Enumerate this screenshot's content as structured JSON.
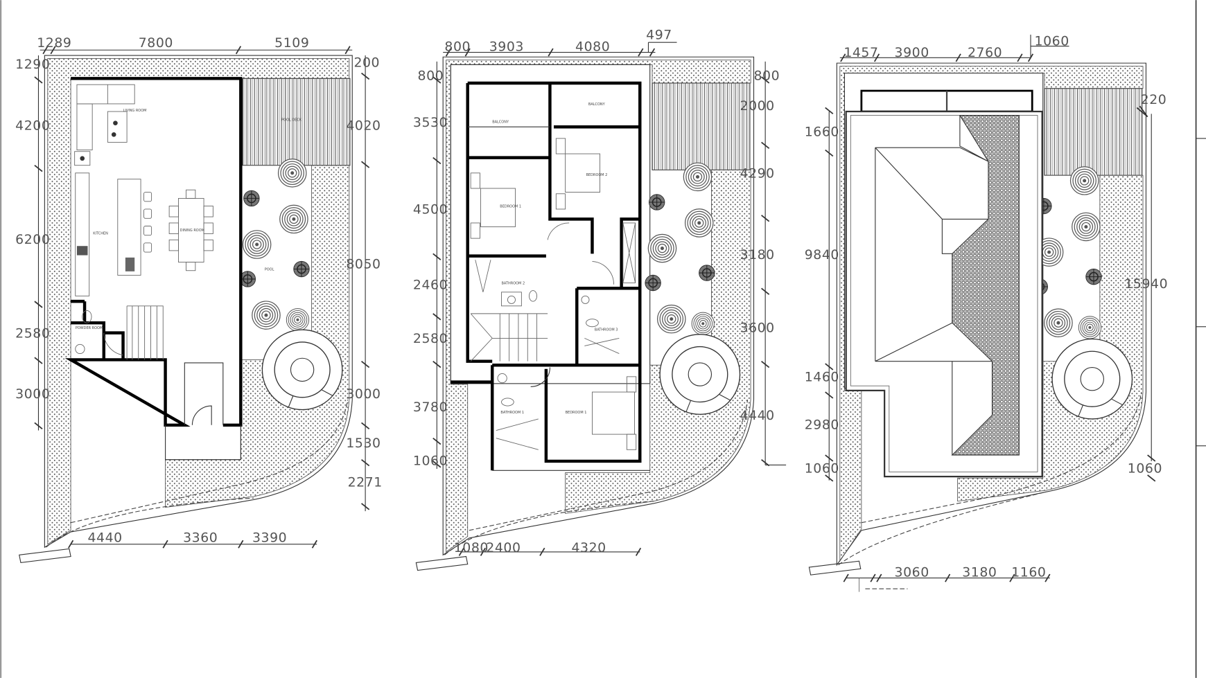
{
  "sheet": {
    "colors": {
      "line": "#333333",
      "wall": "#000000",
      "background": "#ffffff",
      "dimension_text": "#555555"
    },
    "plans": [
      {
        "dims_top": [
          "1289",
          "7800",
          "5109"
        ],
        "dims_left": [
          "1290",
          "4200",
          "6200",
          "2580",
          "3000"
        ],
        "dims_right": [
          "200",
          "4020",
          "8050",
          "3000",
          "1530",
          "2271"
        ],
        "dims_bottom": [
          "4440",
          "3360",
          "3390"
        ],
        "rooms": [
          "LIVING ROOM",
          "KITCHEN",
          "DINING ROOM",
          "POOL DECK",
          "POOL",
          "POWDER ROOM"
        ]
      },
      {
        "dims_top": [
          "800",
          "3903",
          "4080",
          "497"
        ],
        "dims_left": [
          "800",
          "3530",
          "4500",
          "2460",
          "2580",
          "3780",
          "1060"
        ],
        "dims_right": [
          "800",
          "2000",
          "4290",
          "3180",
          "3600",
          "4440"
        ],
        "dims_bottom": [
          "1080",
          "2400",
          "4320"
        ],
        "rooms": [
          "BALCONY",
          "BALCONY",
          "BEDROOM 1",
          "BEDROOM 2",
          "BATHROOM 2",
          "BATHROOM 3",
          "BATHROOM 1",
          "BEDROOM 1"
        ]
      },
      {
        "dims_top": [
          "1457",
          "3900",
          "2760",
          "1060"
        ],
        "dims_left": [
          "1660",
          "9840",
          "1460",
          "2980",
          "1060"
        ],
        "dims_right": [
          "220",
          "15940",
          "1060"
        ],
        "dims_bottom": [
          "3060",
          "3180",
          "1160"
        ]
      }
    ]
  }
}
